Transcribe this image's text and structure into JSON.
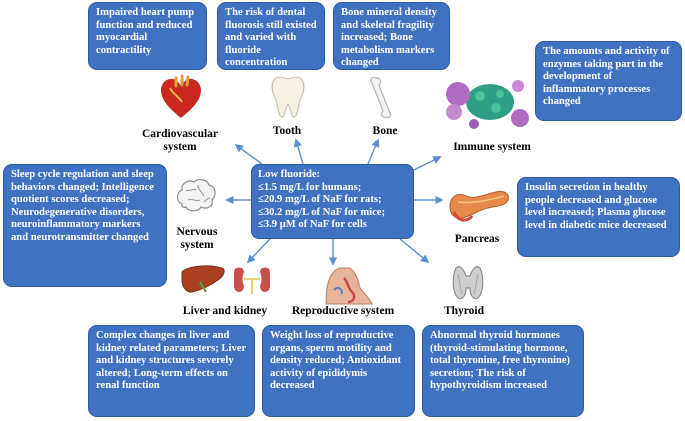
{
  "center": {
    "title": "Low fluoride:",
    "lines": [
      "≤1.5 mg/L for humans;",
      "≤20.9 mg/L of NaF for rats;",
      "≤30.2 mg/L of NaF for mice;",
      "≤3.9 μM of NaF for cells"
    ]
  },
  "systems": {
    "cardiovascular": {
      "label": "Cardiovascular system",
      "text": "Impaired heart pump function and reduced myocardial contractility"
    },
    "tooth": {
      "label": "Tooth",
      "text": "The risk of dental fluorosis still existed and varied with fluoride concentration"
    },
    "bone": {
      "label": "Bone",
      "text": "Bone mineral density and skeletal fragility increased; Bone metabolism markers changed"
    },
    "immune": {
      "label": "Immune system",
      "text": "The amounts and activity of enzymes taking part in the development of inflammatory processes changed"
    },
    "nervous": {
      "label": "Nervous system",
      "text": "Sleep cycle regulation and sleep behaviors changed; Intelligence quotient scores decreased; Neurodegenerative disorders, neuroinflammatory markers and neurotransmitter changed"
    },
    "pancreas": {
      "label": "Pancreas",
      "text": "Insulin secretion in healthy people decreased and glucose level increased; Plasma glucose level in diabetic mice decreased"
    },
    "liver_kidney": {
      "label": "Liver and kidney",
      "text": "Complex changes in liver and kidney related parameters; Liver and kidney structures severely altered; Long-term effects on renal function"
    },
    "reproductive": {
      "label": "Reproductive system",
      "text": "Weight loss of reproductive organs, sperm motility and density reduced; Antioxidant activity of epididymis decreased"
    },
    "thyroid": {
      "label": "Thyroid",
      "text": "Abnormal thyroid hormones (thyroid-stimulating hormone, total thyronine, free thyronine) secretion; The risk of hypothyroidism increased"
    }
  },
  "colors": {
    "box_fill": "#3f73c2",
    "box_border": "#2b5aa3",
    "box_text": "#ffffff",
    "arrow": "#5b8fd0"
  },
  "icons": [
    "heart-icon",
    "tooth-icon",
    "bone-icon",
    "immune-cell-icon",
    "brain-icon",
    "pancreas-icon",
    "liver-icon",
    "kidney-icon",
    "reproductive-organ-icon",
    "thyroid-icon"
  ]
}
